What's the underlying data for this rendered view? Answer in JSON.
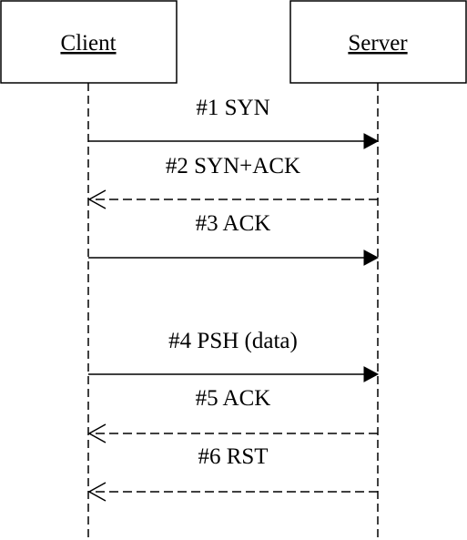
{
  "actors": [
    {
      "id": "client",
      "label": "Client"
    },
    {
      "id": "server",
      "label": "Server"
    }
  ],
  "messages": [
    {
      "label": "#1 SYN",
      "from": "client",
      "to": "server",
      "style": "solid"
    },
    {
      "label": "#2 SYN+ACK",
      "from": "server",
      "to": "client",
      "style": "dashed"
    },
    {
      "label": "#3 ACK",
      "from": "client",
      "to": "server",
      "style": "solid"
    },
    {
      "label": "#4 PSH (data)",
      "from": "client",
      "to": "server",
      "style": "solid"
    },
    {
      "label": "#5 ACK",
      "from": "server",
      "to": "client",
      "style": "dashed"
    },
    {
      "label": "#6 RST",
      "from": "server",
      "to": "client",
      "style": "dashed"
    }
  ]
}
